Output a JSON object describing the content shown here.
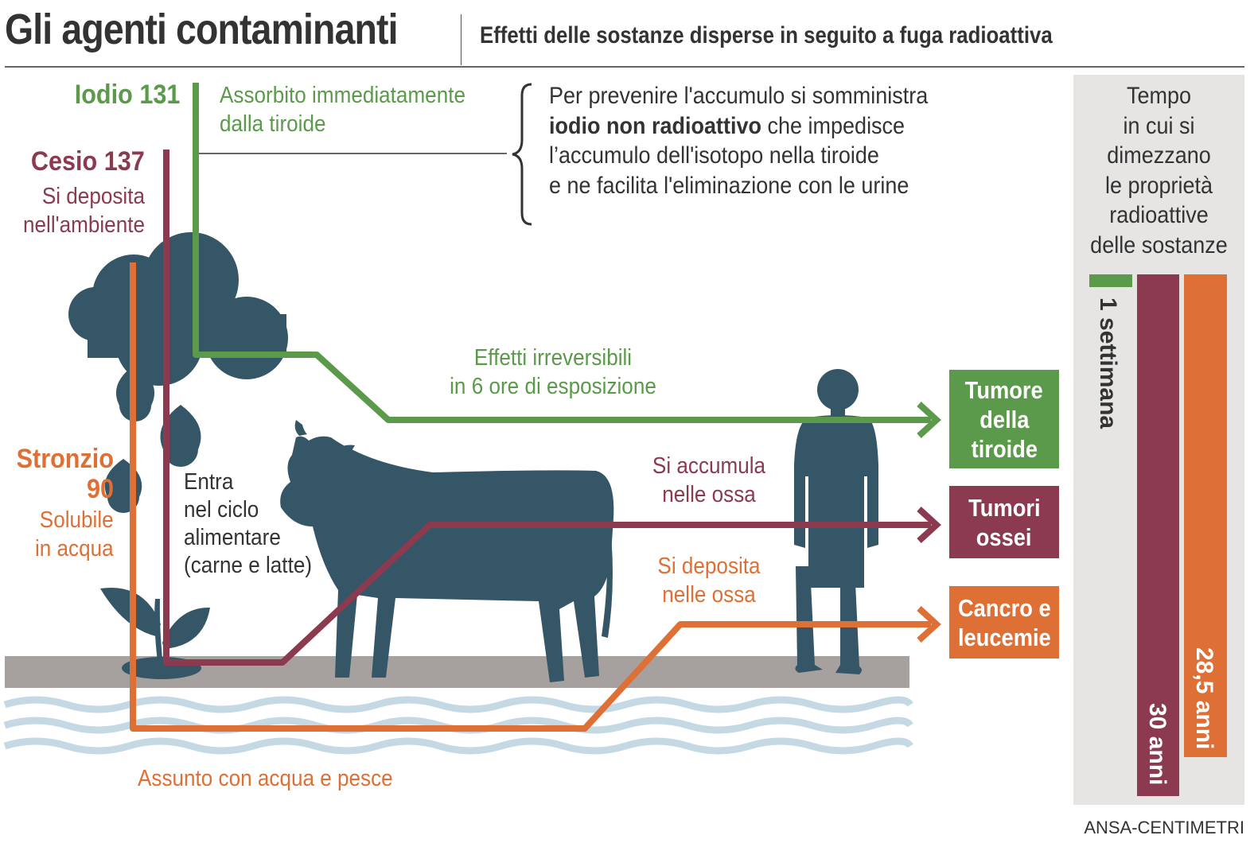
{
  "header": {
    "title": "Gli agenti contaminanti",
    "subtitle": "Effetti delle sostanze disperse in seguito a fuga radioattiva"
  },
  "colors": {
    "iodine": "#5a9a4a",
    "cesium": "#8b3a4f",
    "strontium": "#de7035",
    "silhouette": "#345666",
    "ground": "#a6a09f",
    "water": "#c5d9e5",
    "panel": "#e6e5e4"
  },
  "substances": {
    "iodine": {
      "name": "Iodio 131",
      "note": [
        "Assorbito immediatamente",
        "dalla tiroide"
      ]
    },
    "cesium": {
      "name": "Cesio 137",
      "note": [
        "Si deposita",
        "nell'ambiente"
      ]
    },
    "strontium": {
      "name": [
        "Stronzio",
        "90"
      ],
      "note": [
        "Solubile",
        "in acqua"
      ]
    }
  },
  "prevention_note": {
    "line1": "Per prevenire l'accumulo si somministra",
    "line2_bold": "iodio non radioattivo",
    "line2_rest": " che impedisce",
    "line3": "l’accumulo dell'isotopo nella tiroide",
    "line4": "e ne facilita l'eliminazione con le urine"
  },
  "path_labels": {
    "food_chain": [
      "Entra",
      "nel ciclo",
      "alimentare",
      "(carne e latte)"
    ],
    "irreversible": [
      "Effetti irreversibili",
      "in 6 ore di esposizione"
    ],
    "bones_accumulate": [
      "Si accumula",
      "nelle ossa"
    ],
    "bones_deposit": [
      "Si deposita",
      "nelle ossa"
    ],
    "water_fish": "Assunto con acqua e pesce"
  },
  "outcomes": {
    "thyroid": [
      "Tumore",
      "della",
      "tiroide"
    ],
    "bone": [
      "Tumori",
      "ossei"
    ],
    "leukemia": [
      "Cancro e",
      "leucemie"
    ]
  },
  "half_life": {
    "caption": [
      "Tempo",
      "in cui si",
      "dimezzano",
      "le proprietà",
      "radioattive",
      "delle sostanze"
    ],
    "iodine": "1 settimana",
    "cesium": "30 anni",
    "strontium": "28,5 anni"
  },
  "credit": "ANSA-CENTIMETRI"
}
